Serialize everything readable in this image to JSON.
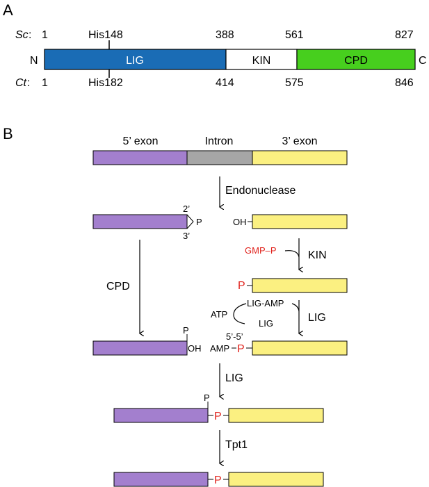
{
  "panelA": {
    "label": "A",
    "sc_species": "Sc",
    "ct_species": "Ct",
    "colon": ":",
    "n_term": "N",
    "c_term": "C",
    "sc_positions": [
      "1",
      "His148",
      "388",
      "561",
      "827"
    ],
    "ct_positions": [
      "1",
      "His182",
      "414",
      "575",
      "846"
    ],
    "domains": [
      {
        "name": "LIG",
        "color": "#1a6cb5",
        "text_color": "#ffffff"
      },
      {
        "name": "KIN",
        "color": "#ffffff",
        "text_color": "#000000"
      },
      {
        "name": "CPD",
        "color": "#47cf1e",
        "text_color": "#000000"
      }
    ]
  },
  "panelB": {
    "label": "B",
    "headers": {
      "exon5": "5’ exon",
      "intron": "Intron",
      "exon3": "3’ exon"
    },
    "colors": {
      "exon5": "#a37fce",
      "intron": "#a6a6a6",
      "exon3": "#fbf081",
      "red": "#e0231d"
    },
    "enzymes": {
      "endonuclease": "Endonuclease",
      "kin": "KIN",
      "cpd": "CPD",
      "lig1": "LIG",
      "lig2": "LIG",
      "tpt1": "Tpt1"
    },
    "chem": {
      "two_prime": "2’",
      "three_prime": "3’",
      "cyclic_p": "P",
      "oh_3exon": "OH",
      "gmp_p": "GMP–P",
      "p_red_row3": "P",
      "atp": "ATP",
      "lig_amp": "LIG-AMP",
      "lig_enzyme": "LIG",
      "p_top_row4": "P",
      "oh_row4": "OH",
      "amp": "AMP",
      "p_red_row4": "P",
      "five_five": "5’-5’",
      "p_top_row5": "P",
      "p_red_row5": "P",
      "p_red_row6": "P"
    }
  }
}
